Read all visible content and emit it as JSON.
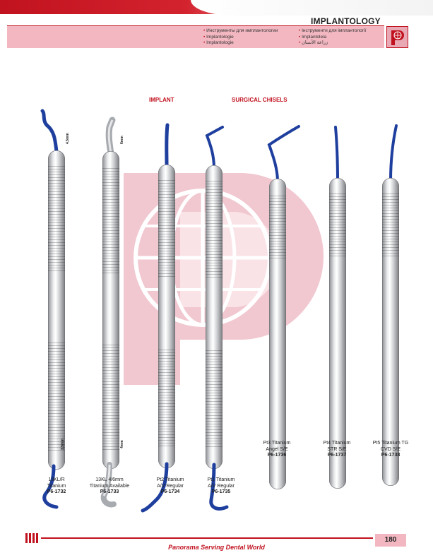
{
  "header": {
    "title": "IMPLANTOLOGY",
    "languages_left": [
      "Инструменты для имплантологии",
      "Implantologie",
      "Implantologie"
    ],
    "languages_right": [
      "Інструменти для імплантології",
      "Implantoleia",
      "زراعة الأسنان"
    ]
  },
  "sections": {
    "implant": "IMPLANT",
    "chisels": "SURGICAL CHISELS"
  },
  "instruments": [
    {
      "name": "13KL/R",
      "material": "Titanium",
      "code": "P6-1732",
      "mark_top": "4.5mm",
      "mark_bottom": "3.5mm"
    },
    {
      "name": "13KL 4/6mm",
      "material": "Titanium Available",
      "code": "P6-1733",
      "mark_top": "6mm",
      "mark_bottom": "4mm"
    },
    {
      "name": "Pt2 Titanium",
      "material": "A/V Regular",
      "code": "P6-1734"
    },
    {
      "name": "Pt1 Titanium",
      "material": "A/V Regular",
      "code": "P6-1735"
    },
    {
      "name": "Pt3 Titanium",
      "material": "Angel S/E",
      "code": "P6-1736"
    },
    {
      "name": "Pt4 Titanium",
      "material": "STR S/E",
      "code": "P6-1737"
    },
    {
      "name": "Pt5 Titanium TG",
      "material": "CVD S/E",
      "code": "P6-1738"
    }
  ],
  "footer": {
    "slogan": "Panorama Serving Dental World",
    "page_number": "180"
  },
  "colors": {
    "brand_red": "#c1121f",
    "band_pink": "#f2b7c1",
    "tip_blue": "#1f3f9e"
  }
}
